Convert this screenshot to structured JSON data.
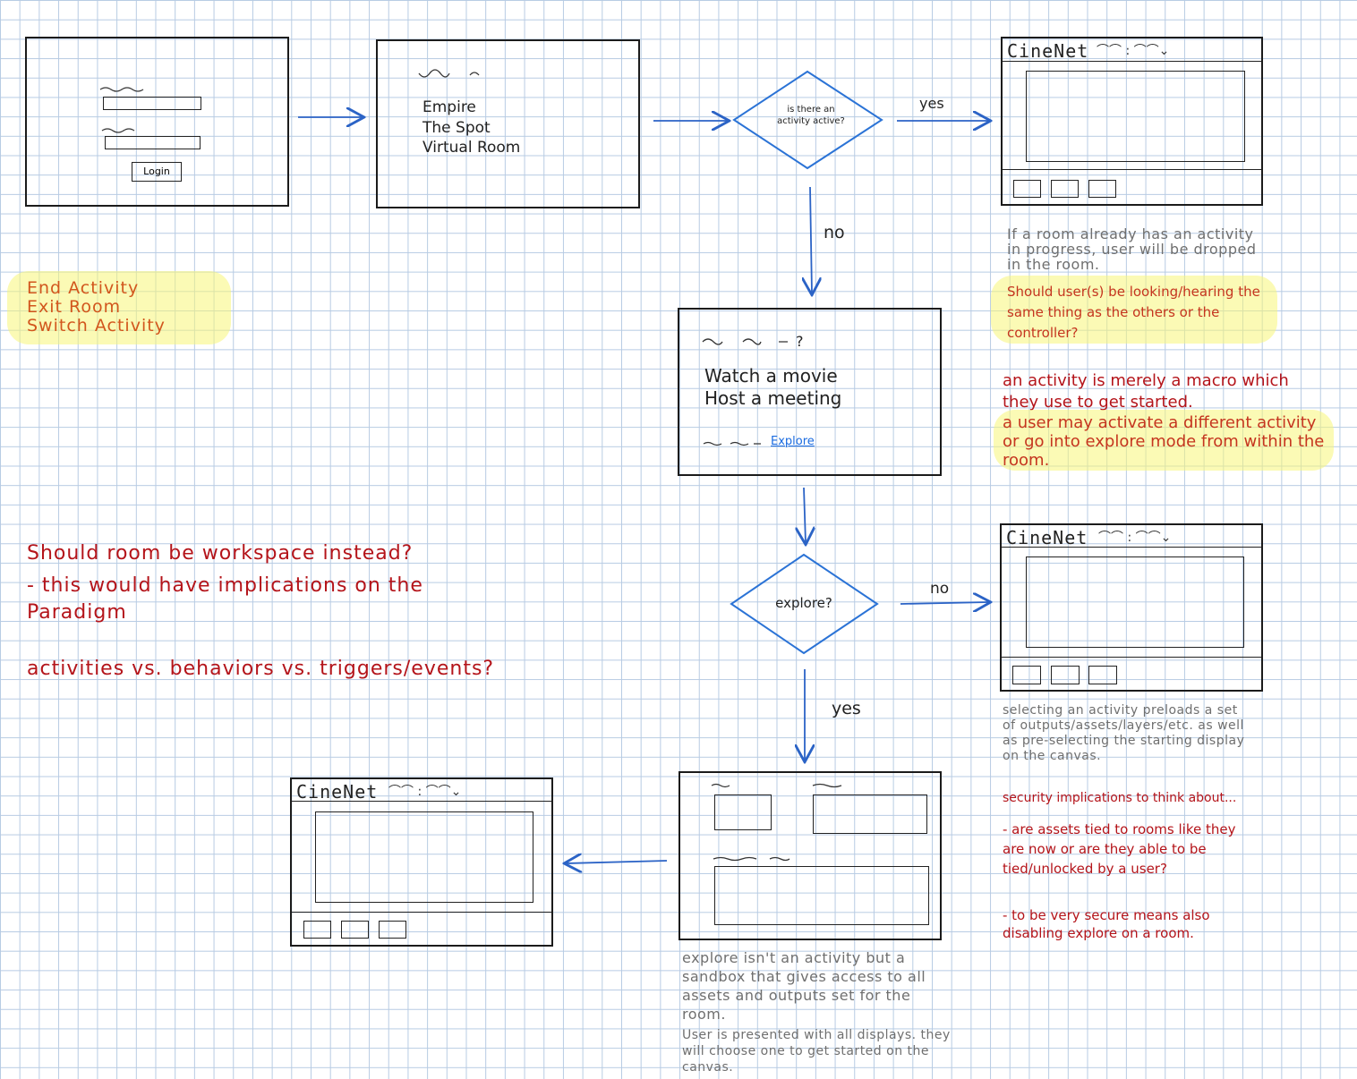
{
  "login": {
    "button": "Login"
  },
  "space_select": {
    "items": [
      "Empire",
      "The Spot",
      "Virtual Room"
    ]
  },
  "decision1": {
    "text": "is there an activity active?",
    "yes": "yes",
    "no": "no"
  },
  "activity_select": {
    "question_mark": "?",
    "items": [
      "Watch a movie",
      "Host a meeting"
    ],
    "explore_link": "Explore"
  },
  "decision2": {
    "text": "explore?",
    "no": "no",
    "yes": "yes"
  },
  "cinenet": {
    "title": "CineNet"
  },
  "notes": {
    "left_highlight": [
      "End Activity",
      "Exit Room",
      "Switch Activity"
    ],
    "room_in_progress": "If a room already has an activity in progress, user will be dropped in the room.",
    "should_users": "Should user(s) be looking/hearing the same thing as the others or the controller?",
    "macro_red": "an activity is merely a macro which they use to get started.",
    "macro_yellow": "a user may activate a different activity or go into explore mode from within the room.",
    "workspace": "Should room be workspace instead?",
    "implications": "- this would have implications on the Paradigm",
    "activities_vs": "activities vs. behaviors vs. triggers/events?",
    "preloads": "selecting an activity preloads a set of outputs/assets/layers/etc. as well as pre-selecting the starting display on the canvas.",
    "security_title": "security implications to think about...",
    "security_1": "- are assets tied to rooms like they are now or are they able to be tied/unlocked by a user?",
    "security_2": "- to be very secure means also disabling explore on a room.",
    "explore_sandbox": "explore isn't an activity but a sandbox that gives access to all assets and outputs set for the room.",
    "explore_displays": "User is presented with all displays. they will choose one to get started on the canvas."
  }
}
